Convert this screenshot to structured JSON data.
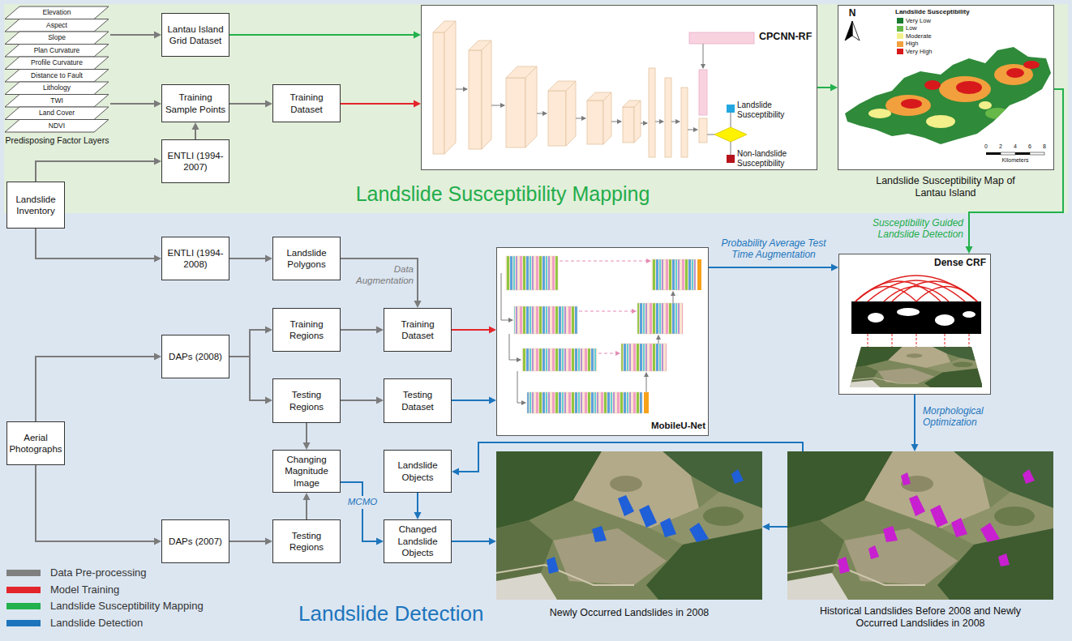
{
  "diagram": {
    "nodes": [
      {
        "text": [
          "Landslide Susceptibility Mapping"
        ]
      },
      {
        "text": [
          "Elevation",
          "Aspect",
          "Slope",
          "Plan Curvature",
          "Profile Curvature",
          "Distance to Fault",
          "Lithology",
          "TWI",
          "Land Cover",
          "NDVI",
          "Predisposing Factor Layers"
        ],
        "in": 0
      },
      {
        "text": [
          "Lantau Island Grid Dataset"
        ],
        "in": 0
      },
      {
        "text": [
          "Training Sample Points"
        ],
        "in": 0
      },
      {
        "text": [
          "Training Dataset"
        ],
        "in": 0
      },
      {
        "text": [
          "CPCNN-RF",
          "Landslide Susceptibility",
          "Non-landslide Susceptibility"
        ],
        "in": 0
      },
      {
        "text": [
          "Landslide Susceptibility Map of Lantau Island",
          "Landslide Susceptibility",
          "N",
          "0",
          "2",
          "4",
          "6",
          "8",
          "Kilometers"
        ],
        "in": 0
      },
      {
        "text": [
          "ENTLI (1994-2007)"
        ],
        "in": 0
      },
      {
        "text": [
          "Landslide Inventory"
        ]
      },
      {
        "text": [
          "ENTLI (1994-2008)"
        ]
      },
      {
        "text": [
          "Landslide Polygons"
        ]
      },
      {
        "text": [
          "MobileU-Net"
        ]
      },
      {
        "text": [
          "Dense CRF"
        ]
      },
      {
        "text": [
          "Training Regions"
        ]
      },
      {
        "text": [
          "Training Dataset"
        ]
      },
      {
        "text": [
          "DAPs (2008)"
        ]
      },
      {
        "text": [
          "Testing Regions"
        ]
      },
      {
        "text": [
          "Testing Dataset"
        ]
      },
      {
        "text": [
          "Aerial Photographs"
        ]
      },
      {
        "text": [
          "Changing Magnitude Image"
        ]
      },
      {
        "text": [
          "Landslide Objects"
        ]
      },
      {
        "text": [
          "Testing Regions"
        ]
      },
      {
        "text": [
          "DAPs (2007)"
        ]
      },
      {
        "text": [
          "Changed Landslide Objects"
        ]
      },
      {
        "text": [
          "Newly Occurred Landslides in 2008"
        ]
      },
      {
        "text": [
          "Historical Landslides Before 2008 and Newly Occurred Landslides in 2008"
        ]
      }
    ],
    "edges": [
      {
        "from": 1,
        "to": 2,
        "arrow": "to"
      },
      {
        "from": 1,
        "to": 3,
        "arrow": "to"
      },
      {
        "from": 7,
        "to": 3,
        "arrow": "to"
      },
      {
        "from": 3,
        "to": 4,
        "arrow": "to"
      },
      {
        "from": 8,
        "to": 7,
        "arrow": "to"
      },
      {
        "from": 8,
        "to": 9,
        "arrow": "to"
      },
      {
        "from": 2,
        "to": 5,
        "arrow": "to"
      },
      {
        "from": 4,
        "to": 5,
        "arrow": "to"
      },
      {
        "from": 5,
        "to": 6,
        "arrow": "to"
      },
      {
        "from": 6,
        "to": 12,
        "arrow": "to",
        "label": "Susceptibility Guided Landslide Detection"
      },
      {
        "from": 9,
        "to": 10,
        "arrow": "to"
      },
      {
        "from": 10,
        "to": 14,
        "arrow": "to",
        "label": "Data Augmentation"
      },
      {
        "from": 18,
        "to": 15,
        "arrow": "to"
      },
      {
        "from": 18,
        "to": 22,
        "arrow": "to"
      },
      {
        "from": 15,
        "to": 13,
        "arrow": "to"
      },
      {
        "from": 15,
        "to": 16,
        "arrow": "to"
      },
      {
        "from": 13,
        "to": 14,
        "arrow": "to"
      },
      {
        "from": 14,
        "to": 11,
        "arrow": "to"
      },
      {
        "from": 16,
        "to": 17,
        "arrow": "to"
      },
      {
        "from": 17,
        "to": 11,
        "arrow": "to"
      },
      {
        "from": 16,
        "to": 19,
        "arrow": "to"
      },
      {
        "from": 21,
        "to": 19,
        "arrow": "to"
      },
      {
        "from": 22,
        "to": 21,
        "arrow": "to"
      },
      {
        "from": 11,
        "to": 12,
        "arrow": "to",
        "label": "Probability Average Test Time Augmentation"
      },
      {
        "from": 12,
        "to": 25,
        "arrow": "to",
        "label": "Morphological Optimization"
      },
      {
        "from": 25,
        "to": 20,
        "arrow": "to"
      },
      {
        "from": 25,
        "to": 24,
        "arrow": "to"
      },
      {
        "from": 19,
        "to": 23,
        "arrow": "to",
        "label": "MCMO"
      },
      {
        "from": 20,
        "to": 23,
        "arrow": "to"
      },
      {
        "from": 23,
        "to": 24,
        "arrow": "to"
      }
    ],
    "labels": [
      "Landslide Detection"
    ],
    "legend": [
      {
        "text": "Very Low",
        "color": "#1a7a2e"
      },
      {
        "text": "Low",
        "color": "#66b847"
      },
      {
        "text": "Moderate",
        "color": "#f3ef8a"
      },
      {
        "text": "High",
        "color": "#f2a03d"
      },
      {
        "text": "Very High",
        "color": "#d7191c"
      },
      {
        "text": "Data Pre-processing",
        "color": "#808080"
      },
      {
        "text": "Model Training",
        "color": "#e3262b"
      },
      {
        "text": "Landslide Susceptibility Mapping",
        "color": "#22b14c"
      },
      {
        "text": "Landslide Detection",
        "color": "#1c75bc"
      }
    ]
  }
}
